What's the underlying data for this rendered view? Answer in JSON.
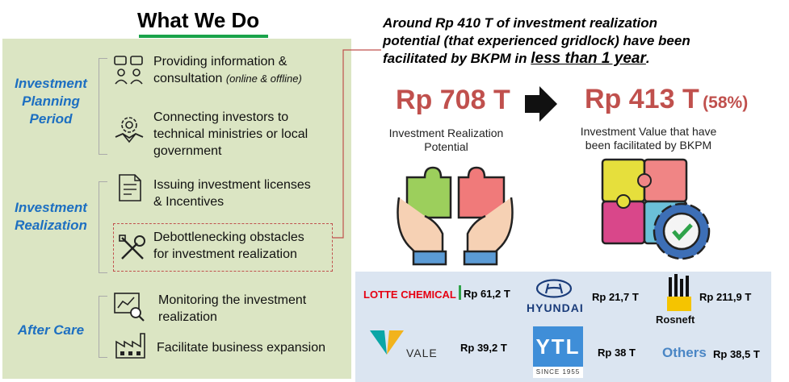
{
  "title": "What We Do",
  "phases": [
    {
      "label_l1": "Investment",
      "label_l2": "Planning",
      "label_l3": "Period"
    },
    {
      "label_l1": "Investment",
      "label_l2": "Realization"
    },
    {
      "label": "After Care"
    }
  ],
  "items": [
    {
      "l1": "Providing information &",
      "l2": "consultation",
      "l2_note": "(online  & offline)"
    },
    {
      "l1": "Connecting investors to",
      "l2": "technical ministries or local",
      "l3": "government"
    },
    {
      "l1": "Issuing investment licenses",
      "l2": "& Incentives"
    },
    {
      "l1": "Debottlenecking obstacles",
      "l2": "for investment realization"
    },
    {
      "l1": "Monitoring the investment",
      "l2": "realization"
    },
    {
      "l1": "Facilitate business expansion"
    }
  ],
  "headline": {
    "l1": "Around Rp 410 T of investment realization",
    "l2": "potential (that experienced gridlock) have been",
    "l3": "facilitated by BKPM in",
    "l3_emph": "less than 1 year",
    "l3_end": "."
  },
  "potential": {
    "value": "Rp 708 T",
    "label_l1": "Investment Realization",
    "label_l2": "Potential"
  },
  "facilitated": {
    "value": "Rp 413 T",
    "pct": "(58%)",
    "label_l1": "Investment Value that have",
    "label_l2": "been facilitated by BKPM"
  },
  "brands": [
    {
      "name": "LOTTE CHEMICAL",
      "amount": "Rp 61,2 T"
    },
    {
      "name": "HYUNDAI",
      "amount": "Rp 21,7 T"
    },
    {
      "name": "Rosneft",
      "amount": "Rp 211,9 T"
    },
    {
      "name": "VALE",
      "amount": "Rp 39,2 T"
    },
    {
      "name": "YTL",
      "tagline": "SINCE 1955",
      "amount": "Rp 38 T"
    },
    {
      "name": "Others",
      "amount": "Rp 38,5 T"
    }
  ],
  "colors": {
    "accent_blue": "#1d6fc1",
    "accent_red": "#c0504d",
    "left_panel": "#dbe5c3",
    "brand_panel": "#dbe5f1",
    "underline_green": "#1aa34a"
  }
}
